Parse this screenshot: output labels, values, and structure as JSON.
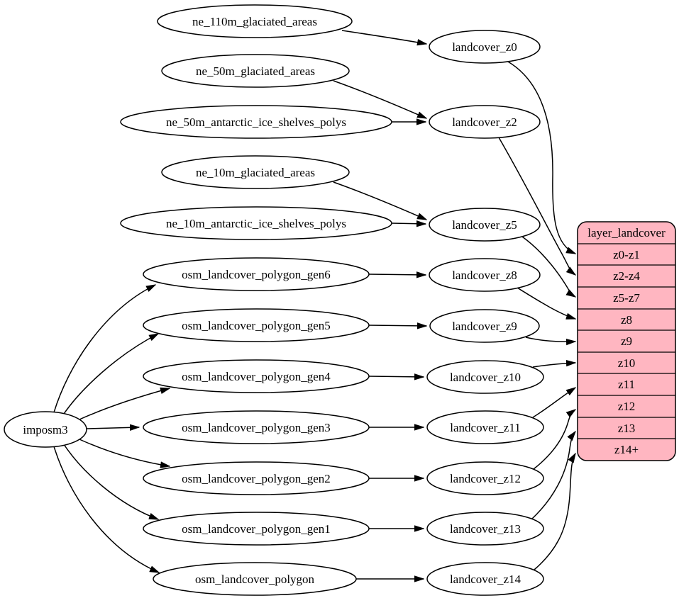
{
  "nodes": {
    "imposm3": "imposm3",
    "ne_110m_glaciated_areas": "ne_110m_glaciated_areas",
    "ne_50m_glaciated_areas": "ne_50m_glaciated_areas",
    "ne_50m_antarctic_ice_shelves_polys": "ne_50m_antarctic_ice_shelves_polys",
    "ne_10m_glaciated_areas": "ne_10m_glaciated_areas",
    "ne_10m_antarctic_ice_shelves_polys": "ne_10m_antarctic_ice_shelves_polys",
    "osm_landcover_polygon_gen6": "osm_landcover_polygon_gen6",
    "osm_landcover_polygon_gen5": "osm_landcover_polygon_gen5",
    "osm_landcover_polygon_gen4": "osm_landcover_polygon_gen4",
    "osm_landcover_polygon_gen3": "osm_landcover_polygon_gen3",
    "osm_landcover_polygon_gen2": "osm_landcover_polygon_gen2",
    "osm_landcover_polygon_gen1": "osm_landcover_polygon_gen1",
    "osm_landcover_polygon": "osm_landcover_polygon",
    "landcover_z0": "landcover_z0",
    "landcover_z2": "landcover_z2",
    "landcover_z5": "landcover_z5",
    "landcover_z8": "landcover_z8",
    "landcover_z9": "landcover_z9",
    "landcover_z10": "landcover_z10",
    "landcover_z11": "landcover_z11",
    "landcover_z12": "landcover_z12",
    "landcover_z13": "landcover_z13",
    "landcover_z14": "landcover_z14"
  },
  "table": {
    "title": "layer_landcover",
    "rows": [
      "z0-z1",
      "z2-z4",
      "z5-z7",
      "z8",
      "z9",
      "z10",
      "z11",
      "z12",
      "z13",
      "z14+"
    ]
  },
  "edges": [
    {
      "from": "imposm3",
      "to": "osm_landcover_polygon_gen6"
    },
    {
      "from": "imposm3",
      "to": "osm_landcover_polygon_gen5"
    },
    {
      "from": "imposm3",
      "to": "osm_landcover_polygon_gen4"
    },
    {
      "from": "imposm3",
      "to": "osm_landcover_polygon_gen3"
    },
    {
      "from": "imposm3",
      "to": "osm_landcover_polygon_gen2"
    },
    {
      "from": "imposm3",
      "to": "osm_landcover_polygon_gen1"
    },
    {
      "from": "imposm3",
      "to": "osm_landcover_polygon"
    },
    {
      "from": "ne_110m_glaciated_areas",
      "to": "landcover_z0"
    },
    {
      "from": "ne_50m_glaciated_areas",
      "to": "landcover_z2"
    },
    {
      "from": "ne_50m_antarctic_ice_shelves_polys",
      "to": "landcover_z2"
    },
    {
      "from": "ne_10m_glaciated_areas",
      "to": "landcover_z5"
    },
    {
      "from": "ne_10m_antarctic_ice_shelves_polys",
      "to": "landcover_z5"
    },
    {
      "from": "osm_landcover_polygon_gen6",
      "to": "landcover_z8"
    },
    {
      "from": "osm_landcover_polygon_gen5",
      "to": "landcover_z9"
    },
    {
      "from": "osm_landcover_polygon_gen4",
      "to": "landcover_z10"
    },
    {
      "from": "osm_landcover_polygon_gen3",
      "to": "landcover_z11"
    },
    {
      "from": "osm_landcover_polygon_gen2",
      "to": "landcover_z12"
    },
    {
      "from": "osm_landcover_polygon_gen1",
      "to": "landcover_z13"
    },
    {
      "from": "osm_landcover_polygon",
      "to": "landcover_z14"
    },
    {
      "from": "landcover_z0",
      "to": "layer_landcover.z0-z1"
    },
    {
      "from": "landcover_z2",
      "to": "layer_landcover.z2-z4"
    },
    {
      "from": "landcover_z5",
      "to": "layer_landcover.z5-z7"
    },
    {
      "from": "landcover_z8",
      "to": "layer_landcover.z8"
    },
    {
      "from": "landcover_z9",
      "to": "layer_landcover.z9"
    },
    {
      "from": "landcover_z10",
      "to": "layer_landcover.z10"
    },
    {
      "from": "landcover_z11",
      "to": "layer_landcover.z11"
    },
    {
      "from": "landcover_z12",
      "to": "layer_landcover.z12"
    },
    {
      "from": "landcover_z13",
      "to": "layer_landcover.z13"
    },
    {
      "from": "landcover_z14",
      "to": "layer_landcover.z14+"
    }
  ],
  "colors": {
    "table_fill": "#ffb6c1",
    "stroke": "#000000",
    "node_fill": "#ffffff",
    "text": "#000000",
    "background": "#ffffff"
  }
}
